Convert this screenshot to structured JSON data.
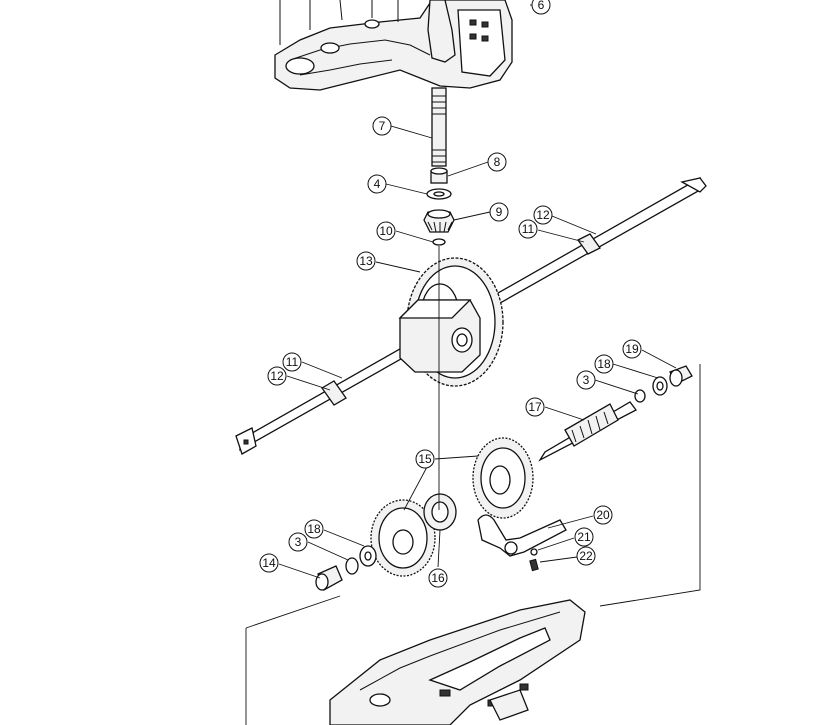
{
  "callouts": [
    {
      "id": "c6",
      "label": "6"
    },
    {
      "id": "c7",
      "label": "7"
    },
    {
      "id": "c8",
      "label": "8"
    },
    {
      "id": "c4",
      "label": "4"
    },
    {
      "id": "c9",
      "label": "9"
    },
    {
      "id": "c10",
      "label": "10"
    },
    {
      "id": "c12a",
      "label": "12"
    },
    {
      "id": "c11a",
      "label": "11"
    },
    {
      "id": "c13",
      "label": "13"
    },
    {
      "id": "c11b",
      "label": "11"
    },
    {
      "id": "c12b",
      "label": "12"
    },
    {
      "id": "c19",
      "label": "19"
    },
    {
      "id": "c18a",
      "label": "18"
    },
    {
      "id": "c3a",
      "label": "3"
    },
    {
      "id": "c17",
      "label": "17"
    },
    {
      "id": "c15",
      "label": "15"
    },
    {
      "id": "c20",
      "label": "20"
    },
    {
      "id": "c21",
      "label": "21"
    },
    {
      "id": "c22",
      "label": "22"
    },
    {
      "id": "c18b",
      "label": "18"
    },
    {
      "id": "c3b",
      "label": "3"
    },
    {
      "id": "c14",
      "label": "14"
    },
    {
      "id": "c16",
      "label": "16"
    }
  ]
}
